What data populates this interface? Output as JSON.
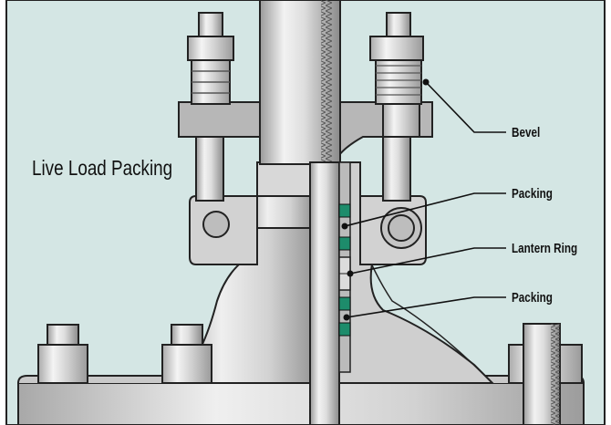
{
  "title": "Live Load Packing",
  "callouts": {
    "bevel": "Bevel",
    "packing_upper": "Packing",
    "lantern_ring": "Lantern Ring",
    "packing_lower": "Packing"
  },
  "colors": {
    "background": "#d4e6e4",
    "metal_light": "#e9e9e9",
    "metal_mid": "#c8c8c8",
    "metal_dark": "#8f8f8f",
    "outline": "#222222",
    "packing": "#1d8c6b"
  }
}
